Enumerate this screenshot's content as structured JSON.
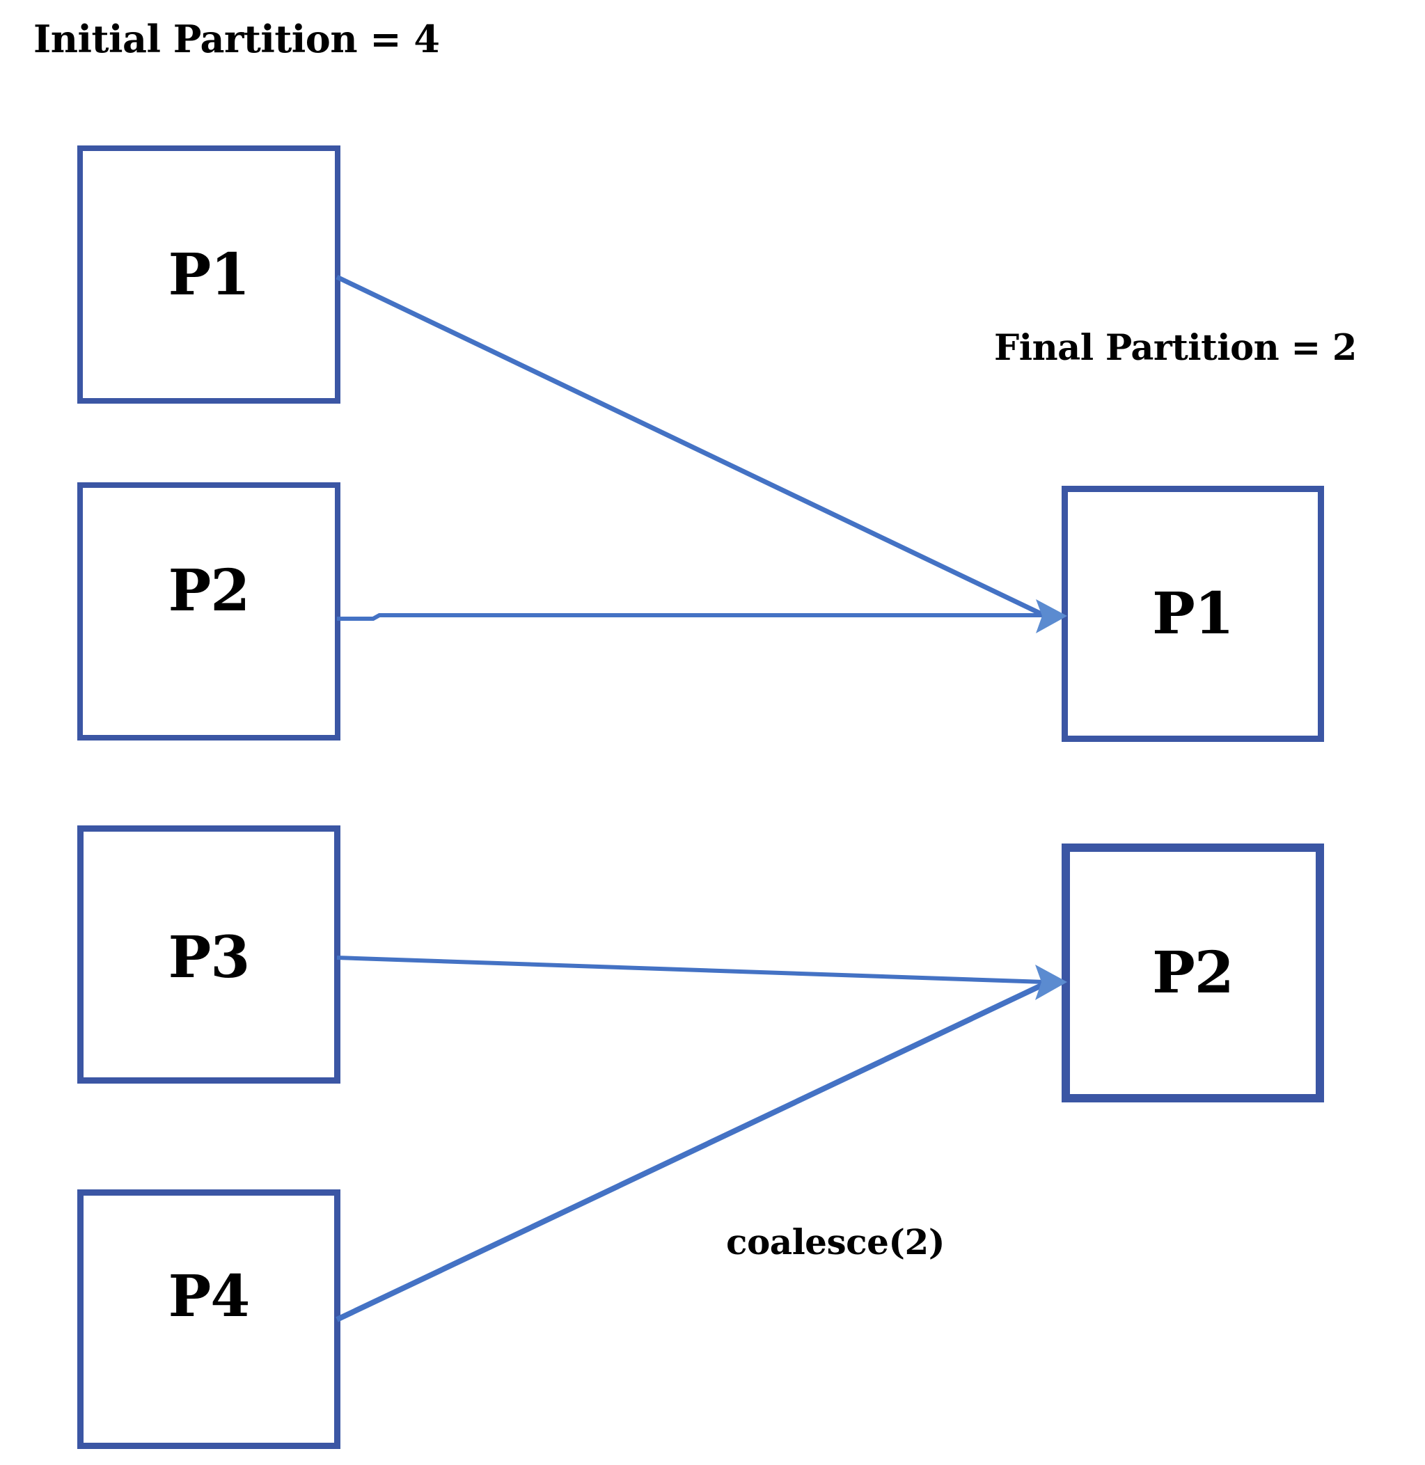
{
  "diagram": {
    "title_left": "Initial Partition = 4",
    "title_right": "Final Partition = 2",
    "operation_label": "coalesce(2)",
    "colors": {
      "box_border": "#3B56A4",
      "arrow_line": "#4472C4",
      "arrow_head": "#5B8BD0",
      "text": "#000000",
      "background": "#FFFFFF"
    },
    "source_partitions": [
      {
        "label": "P1"
      },
      {
        "label": "P2"
      },
      {
        "label": "P3"
      },
      {
        "label": "P4"
      }
    ],
    "target_partitions": [
      {
        "label": "P1"
      },
      {
        "label": "P2"
      }
    ],
    "edges": [
      {
        "from": "P1",
        "to": "P1"
      },
      {
        "from": "P2",
        "to": "P1"
      },
      {
        "from": "P3",
        "to": "P2"
      },
      {
        "from": "P4",
        "to": "P2"
      }
    ]
  }
}
